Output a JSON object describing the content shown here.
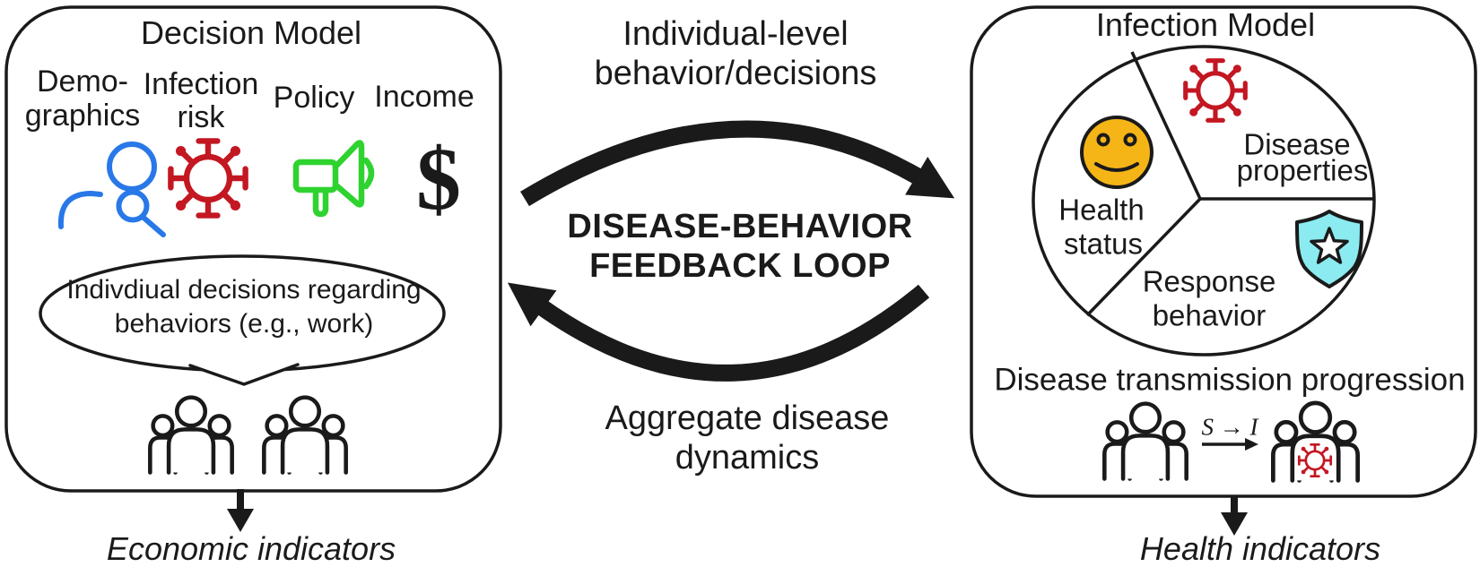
{
  "palette": {
    "blue": "#2878E8",
    "red": "#C31722",
    "green": "#2FD32F",
    "yellow": "#F5B517",
    "cyan": "#8BEBF0",
    "ink": "#1A1A1A",
    "white": "#FFFFFF"
  },
  "decision_model": {
    "title": "Decision Model",
    "inputs": {
      "demographics": {
        "line1": "Demo-",
        "line2": "graphics"
      },
      "infection_risk": {
        "line1": "Infection",
        "line2": "risk"
      },
      "policy": {
        "label": "Policy"
      },
      "income": {
        "label": "Income",
        "symbol": "$"
      }
    },
    "speech_bubble": {
      "line1": "Indivdiual decisions regarding",
      "line2": "behaviors (e.g., work)"
    },
    "output_label": "Economic indicators"
  },
  "feedback_loop": {
    "top_label": {
      "line1": "Individual-level",
      "line2": "behavior/decisions"
    },
    "center_title": {
      "line1": "DISEASE-BEHAVIOR",
      "line2": "FEEDBACK LOOP"
    },
    "bottom_label": {
      "line1": "Aggregate disease",
      "line2": "dynamics"
    }
  },
  "infection_model": {
    "title": "Infection Model",
    "sectors": {
      "health_status": {
        "line1": "Health",
        "line2": "status"
      },
      "disease_properties": {
        "line1": "Disease",
        "line2": "properties"
      },
      "response_behavior": {
        "line1": "Response",
        "line2": "behavior"
      }
    },
    "transmission_label": "Disease transmission progression",
    "s_to_i_label": "S → I",
    "output_label": "Health indicators"
  }
}
